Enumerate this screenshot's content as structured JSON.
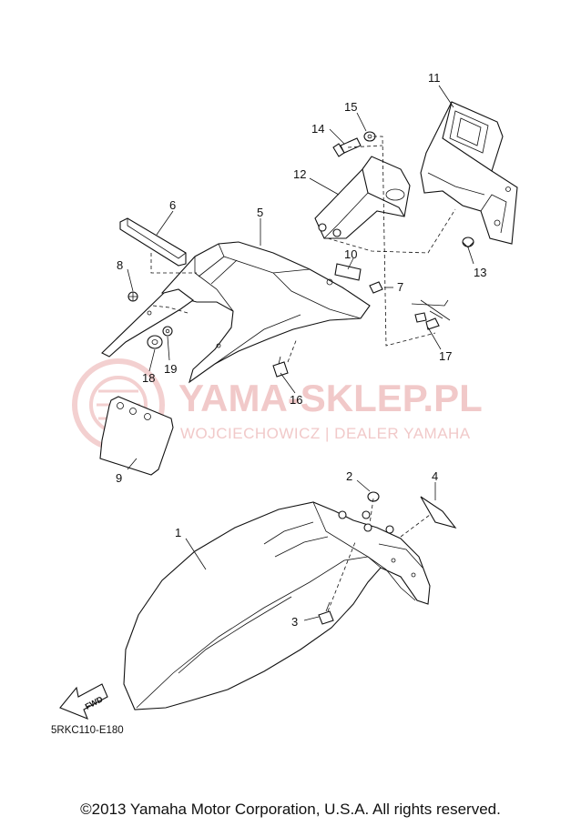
{
  "diagram": {
    "part_numbers": [
      "1",
      "2",
      "3",
      "4",
      "5",
      "6",
      "7",
      "8",
      "9",
      "10",
      "11",
      "12",
      "13",
      "14",
      "15",
      "16",
      "17",
      "18",
      "19"
    ],
    "diagram_code": "5RKC110-E180",
    "fwd_label": "FWD",
    "colors": {
      "line": "#111111",
      "watermark": "#f1c9c9",
      "background": "#ffffff"
    }
  },
  "watermark": {
    "title": "YAMA-SKLEP.PL",
    "subtitle": "WOJCIECHOWICZ | DEALER YAMAHA"
  },
  "footer": {
    "copyright": "©2013 Yamaha Motor Corporation, U.S.A. All rights reserved."
  }
}
